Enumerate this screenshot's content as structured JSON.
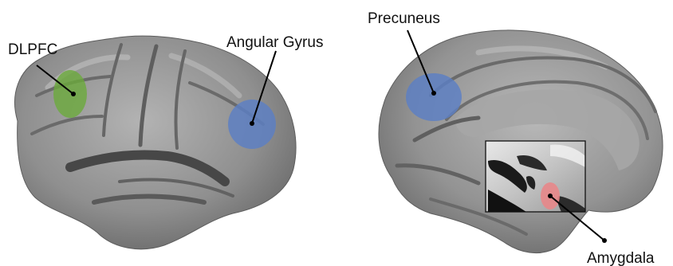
{
  "regions": [
    {
      "id": "dlpfc",
      "label": "DLPFC",
      "color": "#6aaa3a"
    },
    {
      "id": "angular-gyrus",
      "label": "Angular Gyrus",
      "color": "#5b7fc4"
    },
    {
      "id": "precuneus",
      "label": "Precuneus",
      "color": "#5b7fc4"
    },
    {
      "id": "amygdala",
      "label": "Amygdala",
      "color": "#e8878a"
    }
  ],
  "colors": {
    "cortex": "#8e8e8e",
    "cortex_light": "#b5b5b5",
    "sulcus": "#4d4d4d",
    "leader_line": "#000000"
  }
}
